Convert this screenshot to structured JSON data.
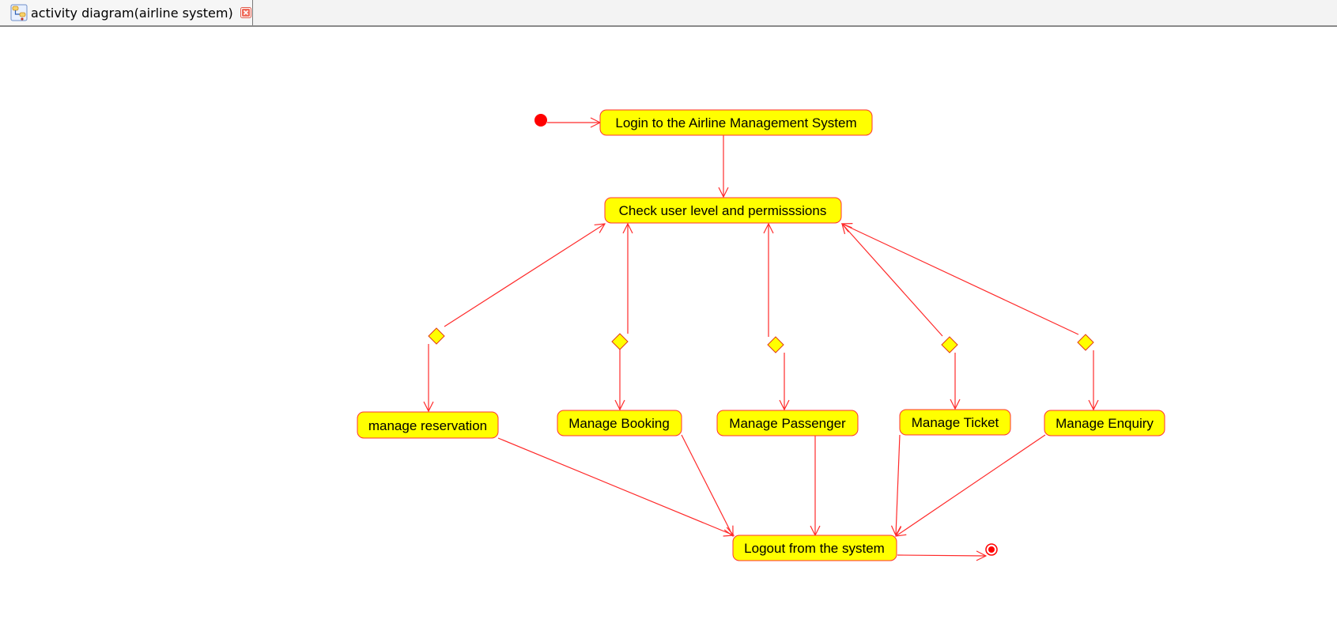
{
  "tab": {
    "title": "activity diagram(airline system)"
  },
  "diagram": {
    "nodes": {
      "login": "Login to the Airline Management System",
      "check": "Check user level and permisssions",
      "reservation": "manage reservation",
      "booking": "Manage Booking",
      "passenger": "Manage Passenger",
      "ticket": "Manage Ticket",
      "enquiry": "Manage Enquiry",
      "logout": "Logout from the system"
    }
  },
  "colors": {
    "node_fill": "#ffff00",
    "node_border": "#ff3333",
    "flow_line": "#ff2a2a",
    "initial_node": "#ff0000"
  }
}
